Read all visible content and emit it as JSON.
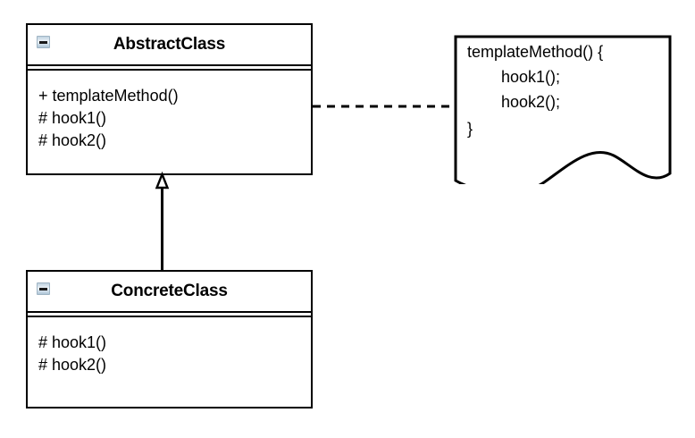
{
  "diagram": {
    "title": "Template Method pattern UML class diagram",
    "background_color": "#ffffff",
    "line_color": "#000000"
  },
  "classes": [
    {
      "id": "abstract-class",
      "name": "AbstractClass",
      "collapse_icon": "minus-icon",
      "members": [
        "+ templateMethod()",
        "# hook1()",
        "# hook2()"
      ]
    },
    {
      "id": "concrete-class",
      "name": "ConcreteClass",
      "collapse_icon": "minus-icon",
      "members": [
        "# hook1()",
        "# hook2()"
      ]
    }
  ],
  "note": {
    "id": "template-method-note",
    "lines": [
      "templateMethod() {",
      "hook1();",
      "hook2();",
      "}"
    ],
    "line_0": "templateMethod() {",
    "line_1": "hook1();",
    "line_2": "hook2();",
    "line_3": "}"
  },
  "relations": [
    {
      "id": "generalization",
      "type": "generalization",
      "style": "solid",
      "arrowhead": "hollow-triangle",
      "from": "ConcreteClass",
      "to": "AbstractClass"
    },
    {
      "id": "note-anchor",
      "type": "note-link",
      "style": "dashed",
      "arrowhead": "none",
      "from": "AbstractClass",
      "to": "template-method-note"
    }
  ]
}
